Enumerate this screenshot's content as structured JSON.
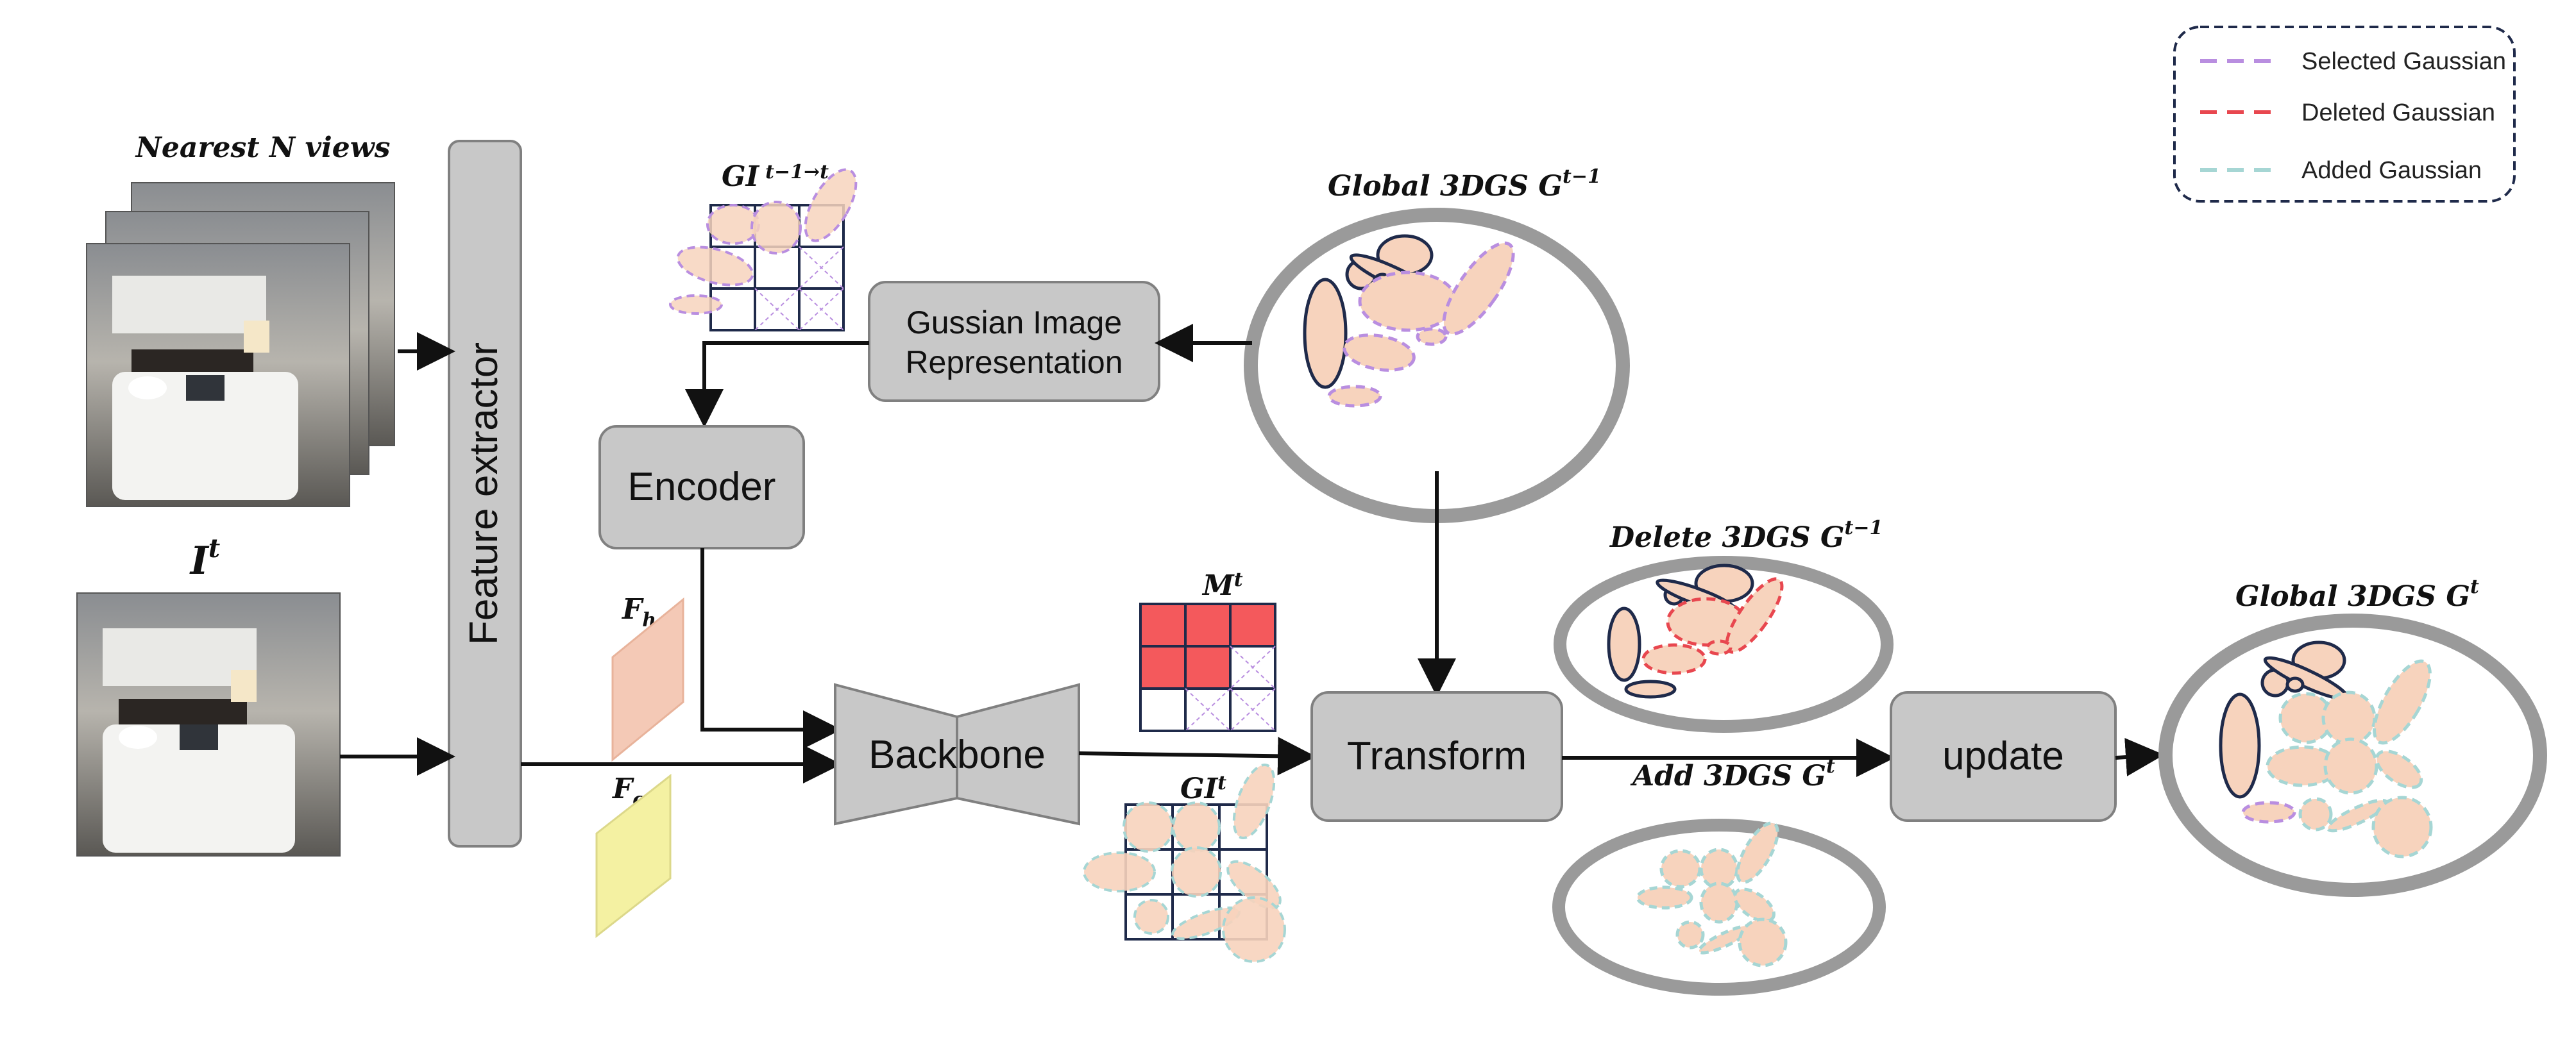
{
  "labels": {
    "nearest_views": "Nearest N views",
    "input_image_base": "I",
    "input_image_sup": "t",
    "feature_extractor": "Feature extractor",
    "encoder": "Encoder",
    "gaussian_image_repr_line1": "Gussian Image",
    "gaussian_image_repr_line2": "Representation",
    "backbone": "Backbone",
    "transform": "Transform",
    "update": "update",
    "fh_base": "F",
    "fh_sub": "h",
    "fc_base": "F",
    "fc_sub": "c",
    "mask_base": "M",
    "mask_sup": "t",
    "gi_prev_base": "GI",
    "gi_prev_sup": "t−1→t",
    "gi_cur_base": "GI",
    "gi_cur_sup": "t",
    "global_prev_text": "Global 3DGS  G",
    "global_prev_sup": "t−1",
    "delete_text": "Delete 3DGS  G",
    "delete_sup": "t−1",
    "add_text": "Add 3DGS  G",
    "add_sup": "t",
    "global_cur_text": "Global 3DGS  G",
    "global_cur_sup": "t"
  },
  "legend": [
    {
      "label": "Selected Gaussian",
      "color": "#b98ee0"
    },
    {
      "label": "Deleted Gaussian",
      "color": "#e8474f"
    },
    {
      "label": "Added Gaussian",
      "color": "#a6d6d4"
    }
  ],
  "colors": {
    "box_fill": "#c8c8c8",
    "box_stroke": "#808080",
    "gaussian_fill": "#f7d3bd",
    "outline_dark": "#1f2a4a",
    "fh_color": "#f4c9b6",
    "fc_color": "#f4f1a2",
    "mask_red": "#f4595c",
    "ring_gray": "#9a9a9a"
  }
}
